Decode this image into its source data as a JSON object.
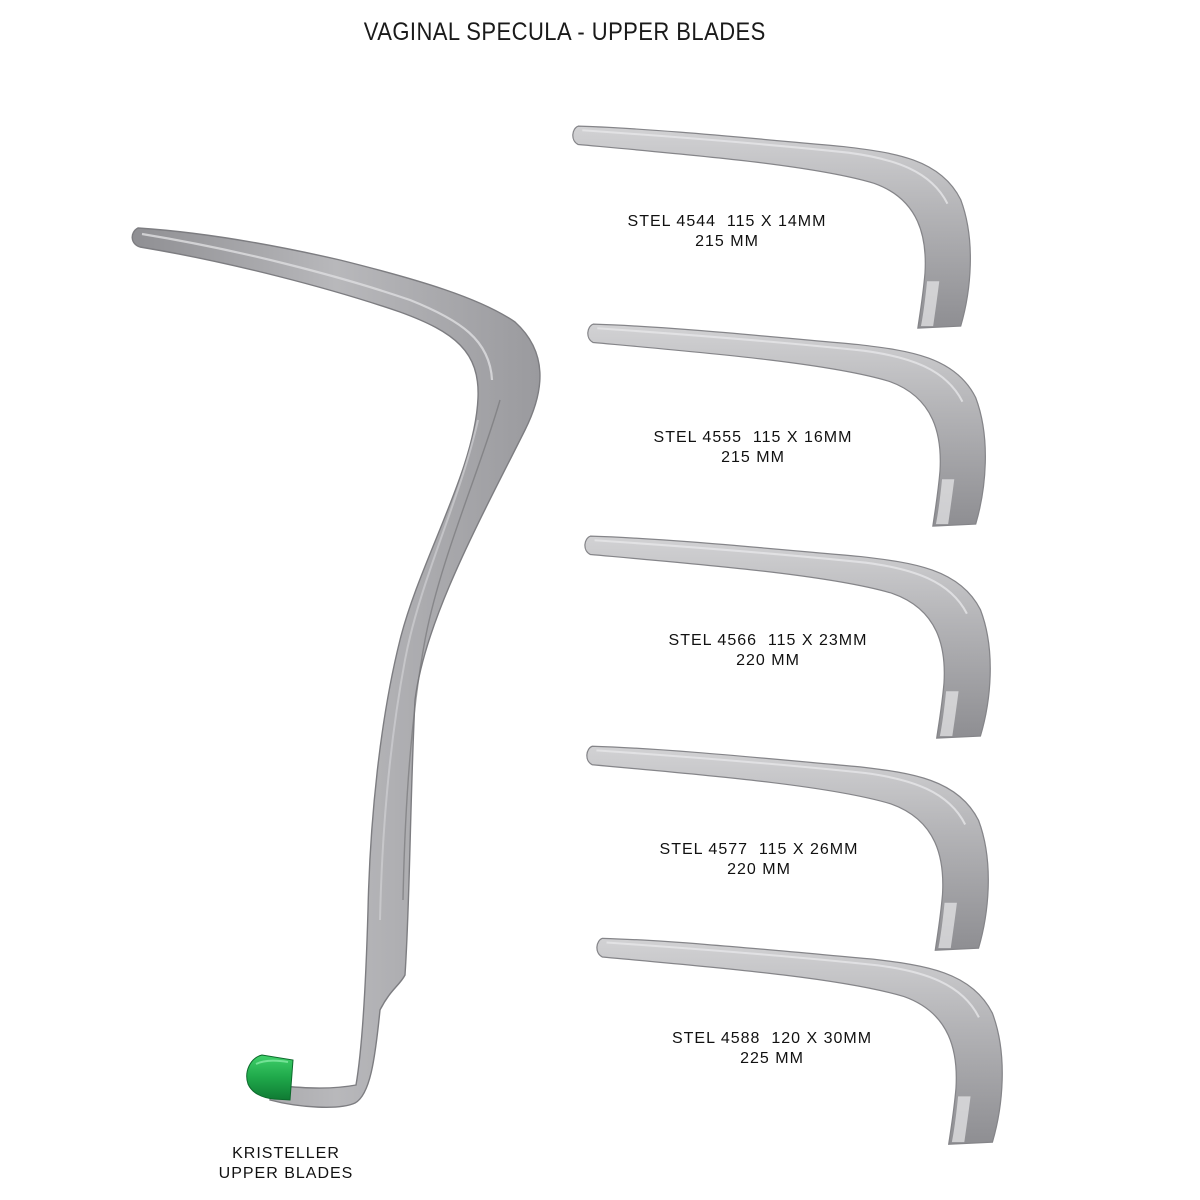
{
  "page": {
    "title": "VAGINAL SPECULA - UPPER BLADES"
  },
  "main_instrument": {
    "icon": "kristeller-speculum-blade-icon",
    "name_line1": "KRISTELLER",
    "name_line2": "UPPER BLADES",
    "tip_color": "#1fa84a"
  },
  "blades": [
    {
      "code": "STEL 4544",
      "size": "115 X 14MM",
      "length": "215 MM"
    },
    {
      "code": "STEL 4555",
      "size": "115 X 16MM",
      "length": "215 MM"
    },
    {
      "code": "STEL 4566",
      "size": "115 X 23MM",
      "length": "220 MM"
    },
    {
      "code": "STEL 4577",
      "size": "115 X 26MM",
      "length": "220 MM"
    },
    {
      "code": "STEL 4588",
      "size": "120 X 30MM",
      "length": "225 MM"
    }
  ],
  "colors": {
    "steel_light": "#c4c4c6",
    "steel_mid": "#9d9da0",
    "steel_dark": "#7c7c80",
    "text": "#111111"
  }
}
